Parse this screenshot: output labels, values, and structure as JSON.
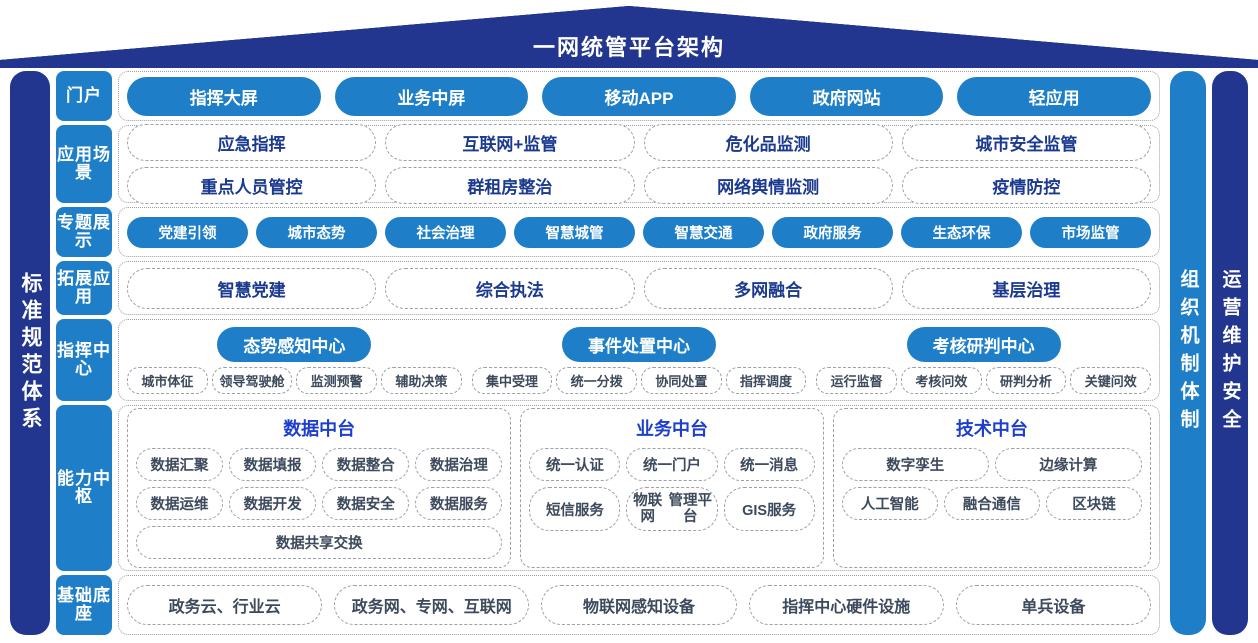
{
  "header": {
    "title": "一网统管平台架构",
    "roof_color": "#22368f"
  },
  "side_bars": {
    "left": {
      "label": "标准规范体系",
      "color": "#22368f"
    },
    "right_inner": {
      "label": "组织机制体制",
      "color": "#1e7fc8"
    },
    "right_outer": {
      "label": "运营维护安全",
      "color": "#22368f"
    }
  },
  "layers": {
    "portal": {
      "label": "门户",
      "items": [
        "指挥大屏",
        "业务中屏",
        "移动APP",
        "政府网站",
        "轻应用"
      ]
    },
    "scenarios": {
      "label": "应用场景",
      "row1": [
        "应急指挥",
        "互联网+监管",
        "危化品监测",
        "城市安全监管"
      ],
      "row2": [
        "重点人员管控",
        "群租房整治",
        "网络舆情监测",
        "疫情防控"
      ]
    },
    "topics": {
      "label": "专题展示",
      "items": [
        "党建引领",
        "城市态势",
        "社会治理",
        "智慧城管",
        "智慧交通",
        "政府服务",
        "生态环保",
        "市场监管"
      ]
    },
    "expand": {
      "label": "拓展应用",
      "items": [
        "智慧党建",
        "综合执法",
        "多网融合",
        "基层治理"
      ]
    },
    "command": {
      "label": "指挥中心",
      "groups": [
        {
          "title": "态势感知中心",
          "chips": [
            "城市体征",
            "领导驾驶舱",
            "监测预警",
            "辅助决策"
          ]
        },
        {
          "title": "事件处置中心",
          "chips": [
            "集中受理",
            "统一分拨",
            "协同处置",
            "指挥调度"
          ]
        },
        {
          "title": "考核研判中心",
          "chips": [
            "运行监督",
            "考核问效",
            "研判分析",
            "关键问效"
          ]
        }
      ]
    },
    "hub": {
      "label": "能力中枢",
      "panels": {
        "data": {
          "title": "数据中台",
          "row1": [
            "数据汇聚",
            "数据填报",
            "数据整合",
            "数据治理"
          ],
          "row2": [
            "数据运维",
            "数据开发",
            "数据安全",
            "数据服务"
          ],
          "row3": [
            "数据共享交换"
          ]
        },
        "business": {
          "title": "业务中台",
          "row1": [
            "统一认证",
            "统一门户",
            "统一消息"
          ],
          "row2": [
            "短信服务",
            "物联网\n管理平台",
            "GIS服务"
          ]
        },
        "tech": {
          "title": "技术中台",
          "row1": [
            "数字孪生",
            "边缘计算"
          ],
          "row2": [
            "人工智能",
            "融合通信",
            "区块链"
          ]
        }
      }
    },
    "base": {
      "label": "基础底座",
      "items": [
        "政务云、行业云",
        "政务网、专网、互联网",
        "物联网感知设备",
        "指挥中心硬件设施",
        "单兵设备"
      ]
    }
  }
}
